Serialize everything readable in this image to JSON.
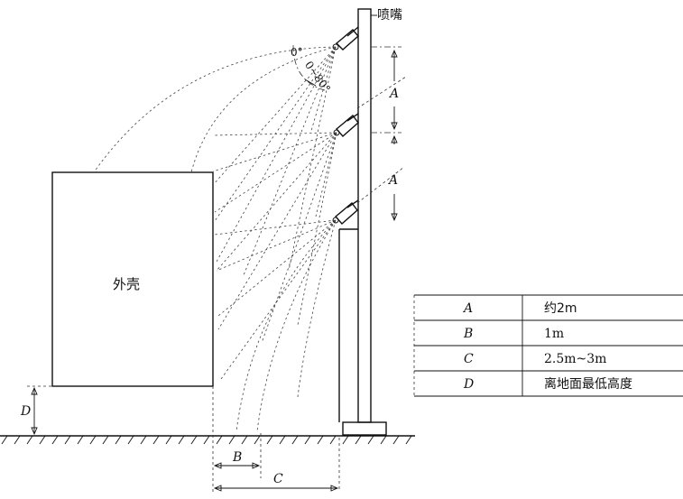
{
  "labels": {
    "nozzle": "喷嘴",
    "enclosure": "外壳",
    "angle_upper": "0°",
    "angle_range": "0~80°",
    "dim_A_upper": "A",
    "dim_A_lower": "A",
    "dim_B": "B",
    "dim_C": "C",
    "dim_D": "D"
  },
  "legend_table": {
    "rows": [
      {
        "symbol": "A",
        "value": "约2m"
      },
      {
        "symbol": "B",
        "value": "1m"
      },
      {
        "symbol": "C",
        "value": "2.5m~3m"
      },
      {
        "symbol": "D",
        "value": "离地面最低高度"
      }
    ]
  }
}
